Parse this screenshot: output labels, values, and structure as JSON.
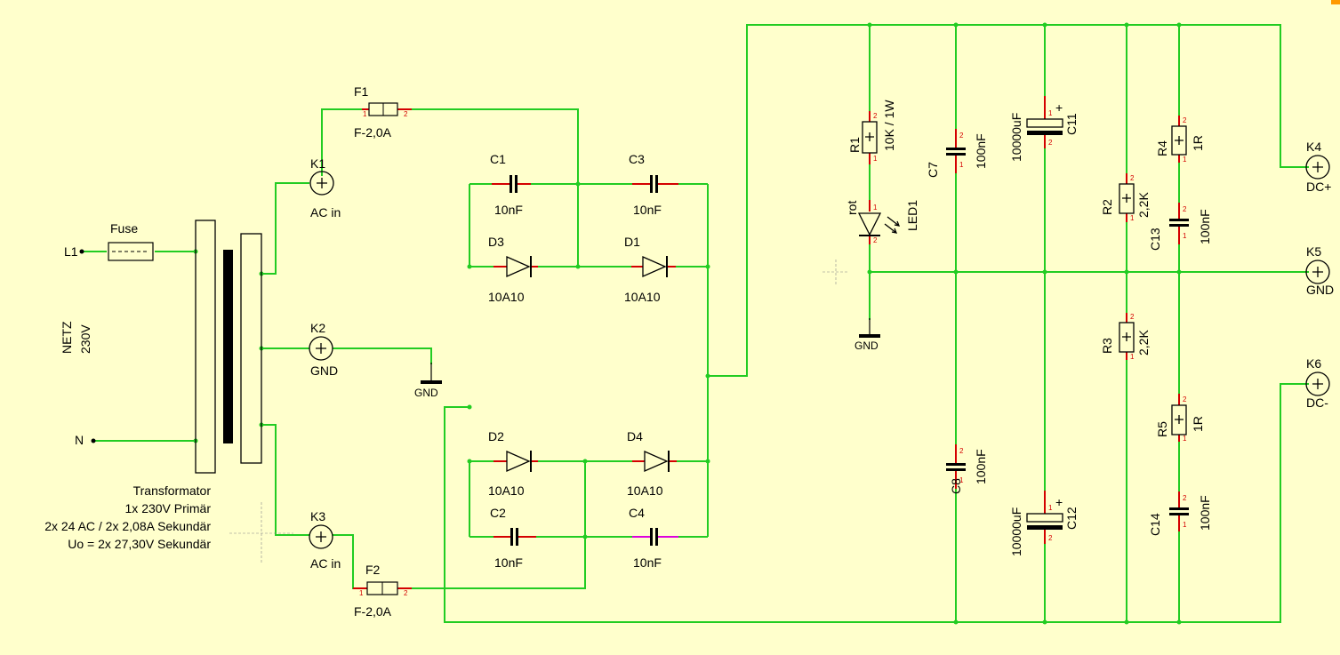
{
  "mains": {
    "l1": "L1",
    "n": "N",
    "fuse": "Fuse",
    "netz": "NETZ",
    "voltage": "230V"
  },
  "transformer": {
    "title": "Transformator",
    "line1": "1x 230V Primär",
    "line2": "2x 24 AC / 2x  2,08A  Sekundär",
    "line3": "Uo = 2x 27,30V Sekundär"
  },
  "connectors": {
    "k1": {
      "ref": "K1",
      "label": "AC in"
    },
    "k2": {
      "ref": "K2",
      "label": "GND"
    },
    "k3": {
      "ref": "K3",
      "label": "AC in"
    },
    "k4": {
      "ref": "K4",
      "label": "DC+"
    },
    "k5": {
      "ref": "K5",
      "label": "GND"
    },
    "k6": {
      "ref": "K6",
      "label": "DC-"
    }
  },
  "fuses": {
    "f1": {
      "ref": "F1",
      "value": "F-2,0A"
    },
    "f2": {
      "ref": "F2",
      "value": "F-2,0A"
    }
  },
  "capacitors": {
    "c1": {
      "ref": "C1",
      "value": "10nF"
    },
    "c2": {
      "ref": "C2",
      "value": "10nF"
    },
    "c3": {
      "ref": "C3",
      "value": "10nF"
    },
    "c4": {
      "ref": "C4",
      "value": "10nF"
    },
    "c7": {
      "ref": "C7",
      "value": "100nF"
    },
    "c8": {
      "ref": "C8",
      "value": "100nF"
    },
    "c11": {
      "ref": "C11",
      "value": "10000uF"
    },
    "c12": {
      "ref": "C12",
      "value": "10000uF"
    },
    "c13": {
      "ref": "C13",
      "value": "100nF"
    },
    "c14": {
      "ref": "C14",
      "value": "100nF"
    }
  },
  "diodes": {
    "d1": {
      "ref": "D1",
      "value": "10A10"
    },
    "d2": {
      "ref": "D2",
      "value": "10A10"
    },
    "d3": {
      "ref": "D3",
      "value": "10A10"
    },
    "d4": {
      "ref": "D4",
      "value": "10A10"
    }
  },
  "resistors": {
    "r1": {
      "ref": "R1",
      "value": "10K / 1W"
    },
    "r2": {
      "ref": "R2",
      "value": "2,2K"
    },
    "r3": {
      "ref": "R3",
      "value": "2,2K"
    },
    "r4": {
      "ref": "R4",
      "value": "1R"
    },
    "r5": {
      "ref": "R5",
      "value": "1R"
    }
  },
  "led": {
    "ref": "LED1",
    "color_label": "rot"
  },
  "gnd_label": "GND",
  "pins": {
    "p1": "1",
    "p2": "2"
  },
  "plus": "+",
  "colors": {
    "background": "#ffffcc",
    "wire": "#22cc22",
    "pin": "#d40000"
  }
}
